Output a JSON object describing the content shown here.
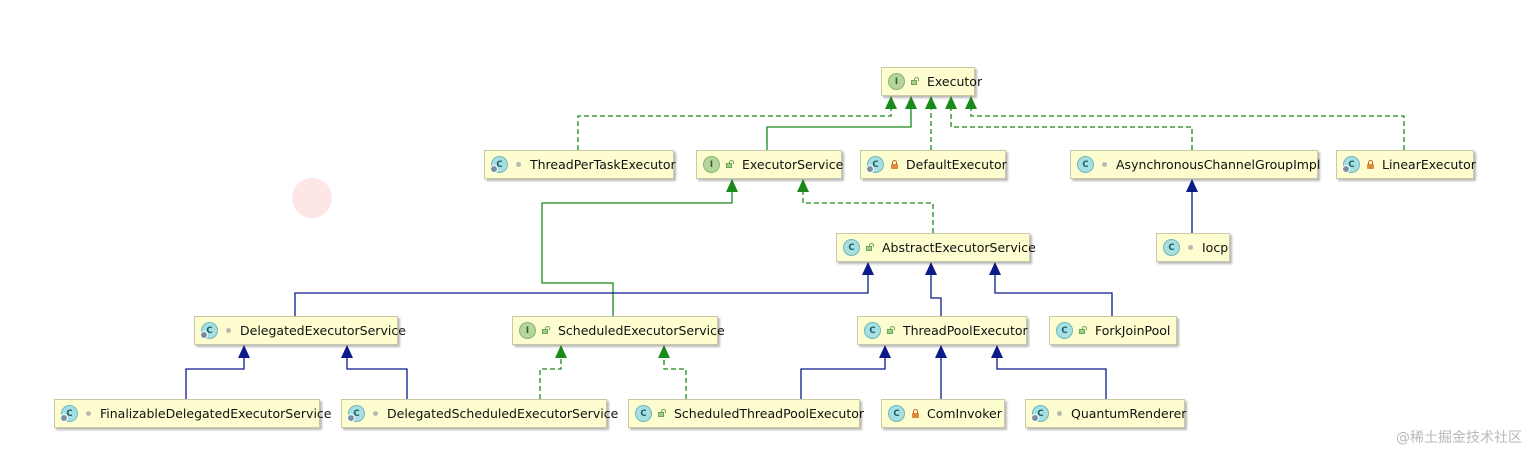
{
  "colors": {
    "implements": "#1a8a1a",
    "extends": "#0b1b8a"
  },
  "nodes": [
    {
      "id": "executor",
      "label": "Executor",
      "kind": "interface",
      "visibility": "public"
    },
    {
      "id": "thread-per-task-executor",
      "label": "ThreadPerTaskExecutor",
      "kind": "class",
      "abstract": true,
      "visibility": "package"
    },
    {
      "id": "executor-service",
      "label": "ExecutorService",
      "kind": "interface",
      "visibility": "public"
    },
    {
      "id": "default-executor",
      "label": "DefaultExecutor",
      "kind": "class",
      "abstract": true,
      "visibility": "private"
    },
    {
      "id": "asynchronous-channel-group-impl",
      "label": "AsynchronousChannelGroupImpl",
      "kind": "class",
      "visibility": "package"
    },
    {
      "id": "linear-executor",
      "label": "LinearExecutor",
      "kind": "class",
      "abstract": true,
      "visibility": "private"
    },
    {
      "id": "abstract-executor-service",
      "label": "AbstractExecutorService",
      "kind": "class",
      "visibility": "public"
    },
    {
      "id": "iocp",
      "label": "Iocp",
      "kind": "class",
      "visibility": "package"
    },
    {
      "id": "delegated-executor-service",
      "label": "DelegatedExecutorService",
      "kind": "class",
      "abstract": true,
      "visibility": "package"
    },
    {
      "id": "scheduled-executor-service",
      "label": "ScheduledExecutorService",
      "kind": "interface",
      "visibility": "public"
    },
    {
      "id": "thread-pool-executor",
      "label": "ThreadPoolExecutor",
      "kind": "class",
      "visibility": "public"
    },
    {
      "id": "fork-join-pool",
      "label": "ForkJoinPool",
      "kind": "class",
      "visibility": "public"
    },
    {
      "id": "finalizable-delegated-executor-service",
      "label": "FinalizableDelegatedExecutorService",
      "kind": "class",
      "abstract": true,
      "visibility": "package"
    },
    {
      "id": "delegated-scheduled-executor-service",
      "label": "DelegatedScheduledExecutorService",
      "kind": "class",
      "abstract": true,
      "visibility": "package"
    },
    {
      "id": "scheduled-thread-pool-executor",
      "label": "ScheduledThreadPoolExecutor",
      "kind": "class",
      "visibility": "public"
    },
    {
      "id": "com-invoker",
      "label": "ComInvoker",
      "kind": "class",
      "visibility": "private"
    },
    {
      "id": "quantum-renderer",
      "label": "QuantumRenderer",
      "kind": "class",
      "abstract": true,
      "visibility": "package"
    }
  ],
  "edges": [
    {
      "from": "thread-per-task-executor",
      "to": "executor",
      "type": "implements"
    },
    {
      "from": "executor-service",
      "to": "executor",
      "type": "extends-interface"
    },
    {
      "from": "default-executor",
      "to": "executor",
      "type": "implements"
    },
    {
      "from": "asynchronous-channel-group-impl",
      "to": "executor",
      "type": "implements"
    },
    {
      "from": "linear-executor",
      "to": "executor",
      "type": "implements"
    },
    {
      "from": "abstract-executor-service",
      "to": "executor-service",
      "type": "implements"
    },
    {
      "from": "scheduled-executor-service",
      "to": "executor-service",
      "type": "extends-interface"
    },
    {
      "from": "iocp",
      "to": "asynchronous-channel-group-impl",
      "type": "extends"
    },
    {
      "from": "delegated-executor-service",
      "to": "abstract-executor-service",
      "type": "extends"
    },
    {
      "from": "thread-pool-executor",
      "to": "abstract-executor-service",
      "type": "extends"
    },
    {
      "from": "fork-join-pool",
      "to": "abstract-executor-service",
      "type": "extends"
    },
    {
      "from": "finalizable-delegated-executor-service",
      "to": "delegated-executor-service",
      "type": "extends"
    },
    {
      "from": "delegated-scheduled-executor-service",
      "to": "delegated-executor-service",
      "type": "extends"
    },
    {
      "from": "delegated-scheduled-executor-service",
      "to": "scheduled-executor-service",
      "type": "implements"
    },
    {
      "from": "scheduled-thread-pool-executor",
      "to": "scheduled-executor-service",
      "type": "implements"
    },
    {
      "from": "scheduled-thread-pool-executor",
      "to": "thread-pool-executor",
      "type": "extends"
    },
    {
      "from": "com-invoker",
      "to": "thread-pool-executor",
      "type": "extends"
    },
    {
      "from": "quantum-renderer",
      "to": "thread-pool-executor",
      "type": "extends"
    }
  ],
  "watermark": "@稀土掘金技术社区"
}
